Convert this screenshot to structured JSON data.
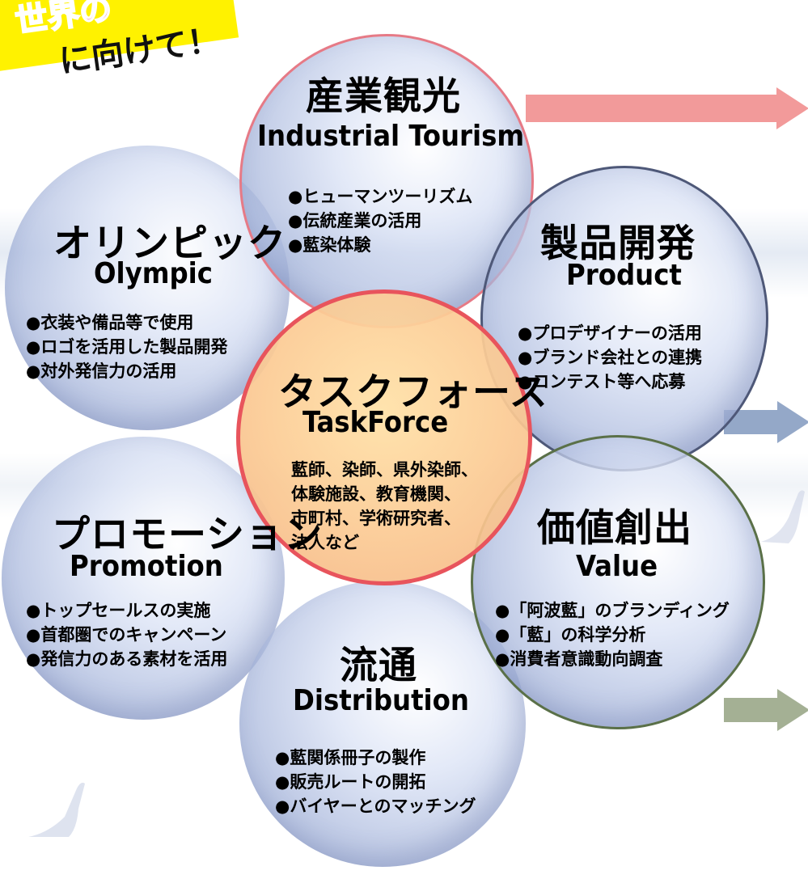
{
  "banner": {
    "line1": "世界の",
    "line2": "に向けて！"
  },
  "center": {
    "title_ja": "タスクフォース",
    "title_en": "TaskForce",
    "members": [
      "藍師、染師、県外染師、",
      "体験施設、教育機関、",
      "市町村、学術研究者、",
      "法人など"
    ]
  },
  "circles": {
    "tourism": {
      "title_ja": "産業観光",
      "title_en": "Industrial Tourism",
      "items": [
        "●ヒューマンツーリズム",
        "●伝統産業の活用",
        "●藍染体験"
      ]
    },
    "olympic": {
      "title_ja": "オリンピック",
      "title_en": "Olympic",
      "items": [
        "●衣装や備品等で使用",
        "●ロゴを活用した製品開発",
        "●対外発信力の活用"
      ]
    },
    "product": {
      "title_ja": "製品開発",
      "title_en": "Product",
      "items": [
        "●プロデザイナーの活用",
        "●ブランド会社との連携",
        "●コンテスト等へ応募"
      ]
    },
    "promotion": {
      "title_ja": "プロモーション",
      "title_en": "Promotion",
      "items": [
        "●トップセールスの実施",
        "●首都圏でのキャンペーン",
        "●発信力のある素材を活用"
      ]
    },
    "value": {
      "title_ja": "価値創出",
      "title_en": "Value",
      "items": [
        "●「阿波藍」のブランディング",
        "●「藍」の科学分析",
        "●消費者意識動向調査"
      ]
    },
    "distribution": {
      "title_ja": "流通",
      "title_en": "Distribution",
      "items": [
        "●藍関係冊子の製作",
        "●販売ルートの開拓",
        "●バイヤーとのマッチング"
      ]
    }
  },
  "colors": {
    "tourism_ring": "#e67a86",
    "product_ring": "#4e5878",
    "value_ring": "#5a7048",
    "center_ring": "#e8545c",
    "arrow_red": "#f29a9a",
    "arrow_blue": "#94a8c8",
    "arrow_green": "#a4b094",
    "banner_yellow": "#fff200",
    "banner_red_text": "#e8325a"
  }
}
